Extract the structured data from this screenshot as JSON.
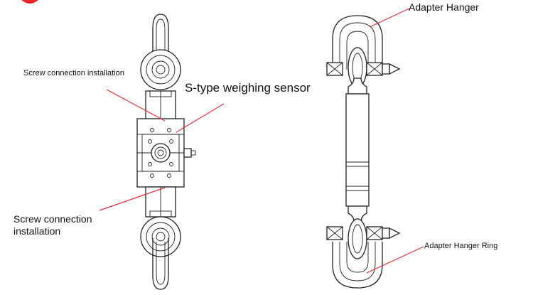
{
  "labels": {
    "screw_top": "Screw connection installation",
    "sensor": "S-type weighing sensor",
    "screw_bottom": "Screw connection installation",
    "hanger": "Adapter Hanger",
    "hanger_ring": "Adapter Hanger Ring"
  },
  "colors": {
    "leader_line": "#e03040",
    "logo": "#e8262b",
    "outline": "#222222"
  },
  "icons": {
    "corner_logo": "red-logo-icon"
  }
}
